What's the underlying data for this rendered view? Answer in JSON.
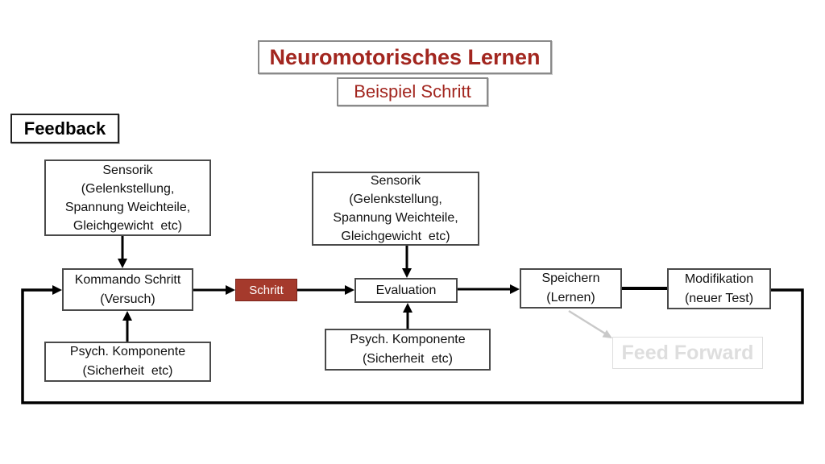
{
  "colors": {
    "title_red": "#A2261F",
    "schritt_fill": "#A53A2C",
    "schritt_border": "#7A241C",
    "schritt_text": "#FFFFFF",
    "arrow_black": "#000000",
    "arrow_gray": "#C9C9C9",
    "feed_forward": "#DEDEDE"
  },
  "title": {
    "label": "Neuromotorisches Lernen"
  },
  "subtitle": {
    "label": "Beispiel Schritt"
  },
  "feedback": {
    "label": "Feedback"
  },
  "nodes": {
    "sensorik_left": {
      "lines": [
        "Sensorik",
        "(Gelenkstellung,",
        "Spannung Weichteile,",
        "Gleichgewicht  etc)"
      ]
    },
    "kommando": {
      "lines": [
        "Kommando Schritt",
        "(Versuch)"
      ]
    },
    "psych_left": {
      "lines": [
        "Psych. Komponente",
        "(Sicherheit  etc)"
      ]
    },
    "schritt": {
      "label": "Schritt"
    },
    "evaluation": {
      "label": "Evaluation"
    },
    "sensorik_mid": {
      "lines": [
        "Sensorik",
        "(Gelenkstellung,",
        "Spannung Weichteile,",
        "Gleichgewicht  etc)"
      ]
    },
    "psych_mid": {
      "lines": [
        "Psych. Komponente",
        "(Sicherheit  etc)"
      ]
    },
    "speichern": {
      "lines": [
        "Speichern",
        "(Lernen)"
      ]
    },
    "modifikation": {
      "lines": [
        "Modifikation",
        "(neuer Test)"
      ]
    },
    "feed_forward": {
      "label": "Feed Forward"
    }
  }
}
